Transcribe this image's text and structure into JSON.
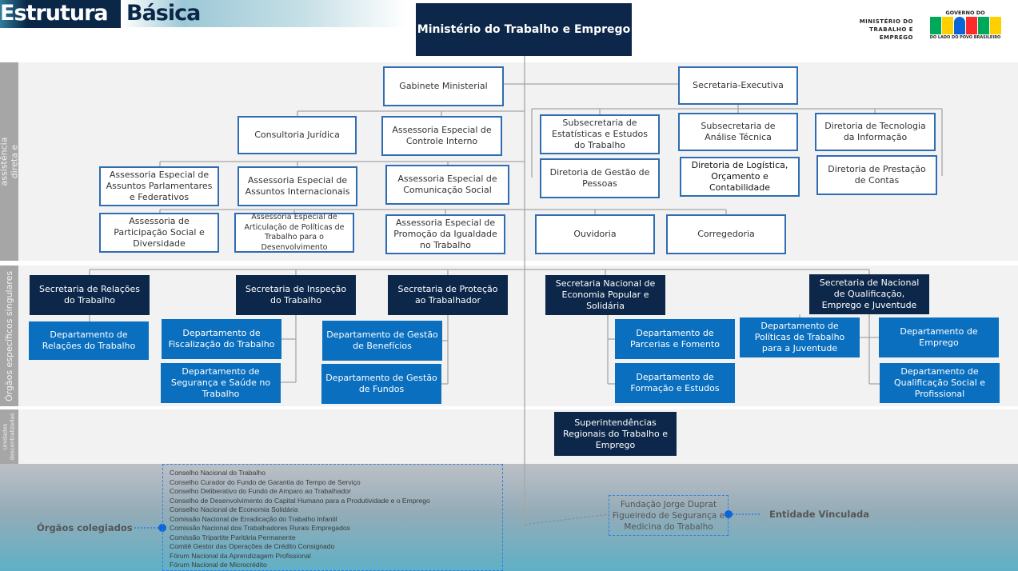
{
  "header": {
    "title_part1": "Estrutura",
    "title_part2": "Básica",
    "root": "Ministério do Trabalho e Emprego"
  },
  "logos": {
    "ministry_logo": "MINISTÉRIO DO TRABALHO E EMPREGO",
    "gov_top": "GOVERNO DO",
    "gov_word": "BRASIL",
    "gov_bottom": "DO LADO DO POVO BRASILEIRO"
  },
  "sections": {
    "direct": "Unidades de assistência direta e imediata ao Ministro",
    "specific": "Órgãos específicos singulares",
    "decentral": "Unidades descentralizadas"
  },
  "direct_units": {
    "gabinete": "Gabinete Ministerial",
    "secexec": "Secretaria-Executiva",
    "consultoria": "Consultoria Jurídica",
    "controle": "Assessoria Especial de Controle Interno",
    "parlamentares": "Assessoria Especial de Assuntos Parlamentares e Federativos",
    "internacionais": "Assessoria Especial de Assuntos Internacionais",
    "comunicacao": "Assessoria Especial de Comunicação Social",
    "participacao": "Assessoria de Participação Social e Diversidade",
    "articulacao": "Assessoria Especial de Articulação de Políticas de Trabalho para o Desenvolvimento",
    "igualdade": "Assessoria Especial de Promoção da Igualdade no Trabalho",
    "estatisticas": "Subsecretaria de Estatísticas e Estudos do Trabalho",
    "pessoas": "Diretoria de Gestão de Pessoas",
    "analise": "Subsecretaria de Análise Técnica",
    "logistica": "Diretoria de Logística, Orçamento e Contabilidade",
    "ti": "Diretoria de Tecnologia da Informação",
    "contas": "Diretoria de Prestação de Contas",
    "ouvidoria": "Ouvidoria",
    "corregedoria": "Corregedoria"
  },
  "specific_units": {
    "srt": "Secretaria de Relações do Trabalho",
    "drt": "Departamento de Relações do Trabalho",
    "sit": "Secretaria de Inspeção do Trabalho",
    "dft": "Departamento de Fiscalização do Trabalho",
    "dsst": "Departamento de Segurança e Saúde no Trabalho",
    "spt": "Secretaria de Proteção ao Trabalhador",
    "dgb": "Departamento de Gestão de Benefícios",
    "dgf": "Departamento de Gestão de Fundos",
    "senaes": "Secretaria Nacional de Economia Popular e Solidária",
    "dpf": "Departamento de Parcerias e Fomento",
    "dfe": "Departamento de Formação e Estudos",
    "sqej": "Secretaria de Nacional de Qualificação, Emprego e Juventude",
    "dptj": "Departamento de Políticas de Trabalho para a Juventude",
    "demp": "Departamento de Emprego",
    "dqsp": "Departamento de Qualificação Social e Profissional"
  },
  "decentral_units": {
    "srte": "Superintendências Regionais do Trabalho e Emprego"
  },
  "collegiate": {
    "label": "Órgãos colegiados",
    "items": [
      "Conselho Nacional do Trabalho",
      "Conselho Curador do Fundo de Garantia do Tempo de Serviço",
      "Conselho Deliberativo do Fundo de Amparo ao Trabalhador",
      "Conselho de Desenvolvimento do Capital Humano para a Produtividade e o Emprego",
      "Conselho Nacional de Economia Solidária",
      "Comissão Nacional de Erradicação do Trabalho Infantil",
      "Comissão Nacional dos Trabalhadores Rurais Empregados",
      "Comissão Tripartite Paritária Permanente",
      "Comitê Gestor das Operações de Crédito Consignado",
      "Fórum Nacional da Aprendizagem Profissional",
      "Fórum Nacional de Microcrédito"
    ]
  },
  "linked": {
    "label": "Entidade Vinculada",
    "entity": "Fundação Jorge Duprat Figueiredo de Segurança e Medicina do Trabalho"
  },
  "colors": {
    "navy": "#0c2749",
    "blue": "#0a6fbf",
    "border": "#2f6cb3",
    "side": "#a6a6a6"
  }
}
